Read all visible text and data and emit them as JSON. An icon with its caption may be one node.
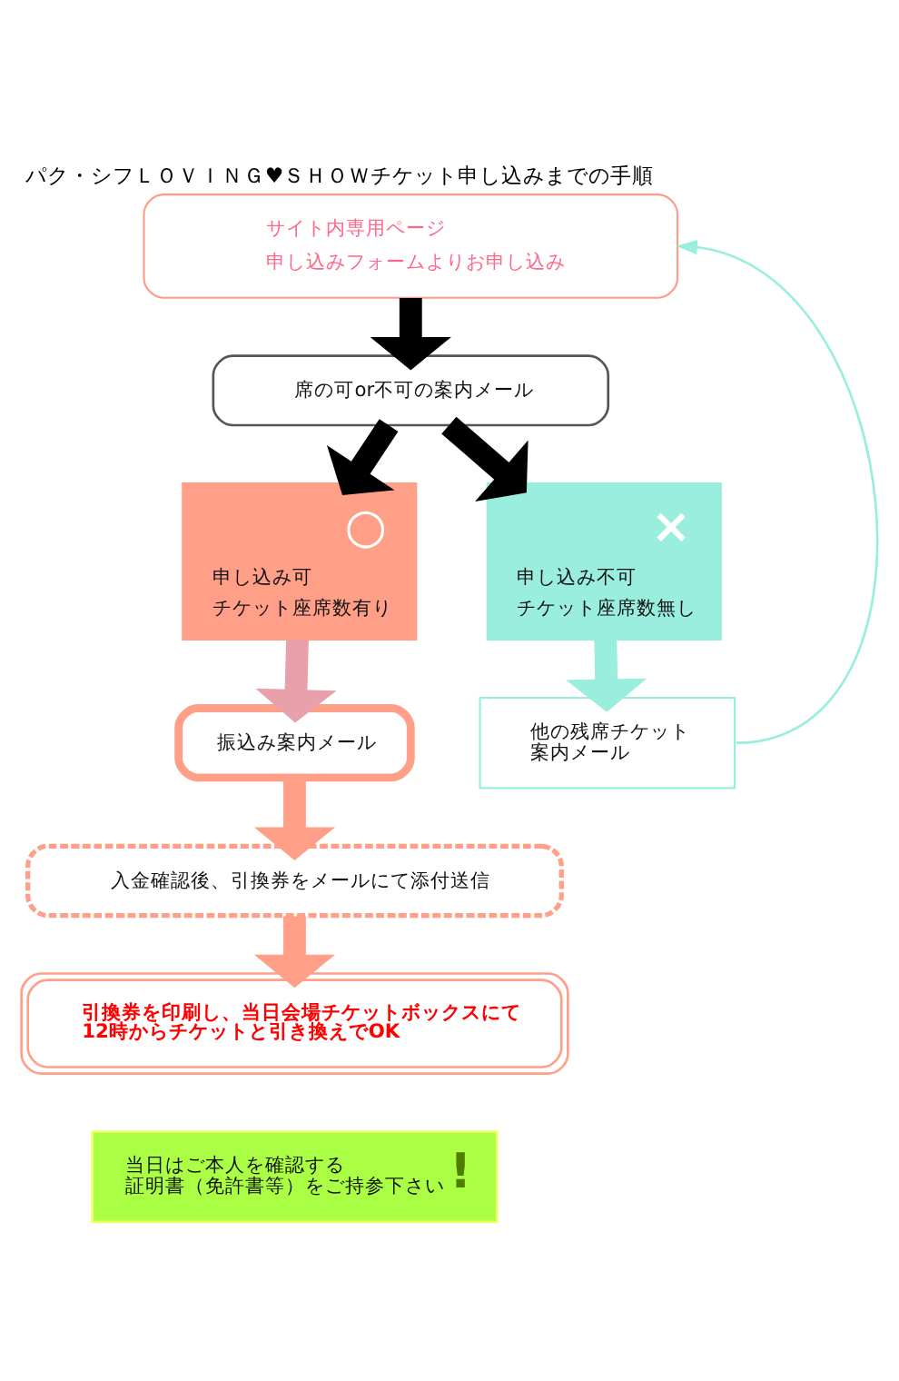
{
  "diagram": {
    "title": "パク・シフＬＯＶＩＮＧ♥ＳＨＯＷチケット申し込みまでの手順",
    "nodes": [
      {
        "text": [
          "サイト内専用ページ",
          "申し込みフォームよりお申し込み"
        ]
      },
      {
        "text": [
          "席の可or不可の案内メール"
        ]
      },
      {
        "text": [
          "○",
          "申し込み可",
          "チケット座席数有り"
        ]
      },
      {
        "text": [
          "×",
          "申し込み不可",
          "チケット座席数無し"
        ]
      },
      {
        "text": [
          "振込み案内メール"
        ]
      },
      {
        "text": [
          "他の残席チケット案内メール"
        ]
      },
      {
        "text": [
          "入金確認後、引換券をメールにて添付送信"
        ]
      },
      {
        "text": [
          "引換券を印刷し、当日会場チケットボックスにて12時からチケットと引き換えでOK"
        ]
      },
      {
        "text": [
          "当日はご本人を確認する証明書（免許書等）をご持参下さい",
          "!"
        ]
      }
    ],
    "edges": [
      {
        "from": 0,
        "to": 1,
        "arrow": "to",
        "color": "#000000"
      },
      {
        "from": 1,
        "to": 2,
        "arrow": "to",
        "color": "#000000"
      },
      {
        "from": 1,
        "to": 3,
        "arrow": "to",
        "color": "#000000"
      },
      {
        "from": 2,
        "to": 4,
        "arrow": "to",
        "color": "#e8a0aa"
      },
      {
        "from": 3,
        "to": 5,
        "arrow": "to",
        "color": "#99eedd"
      },
      {
        "from": 5,
        "to": 0,
        "arrow": "to",
        "color": "#99eedd"
      },
      {
        "from": 4,
        "to": 6,
        "arrow": "to",
        "color": "#ff9f88"
      },
      {
        "from": 6,
        "to": 7,
        "arrow": "to",
        "color": "#ff9f88"
      }
    ]
  }
}
